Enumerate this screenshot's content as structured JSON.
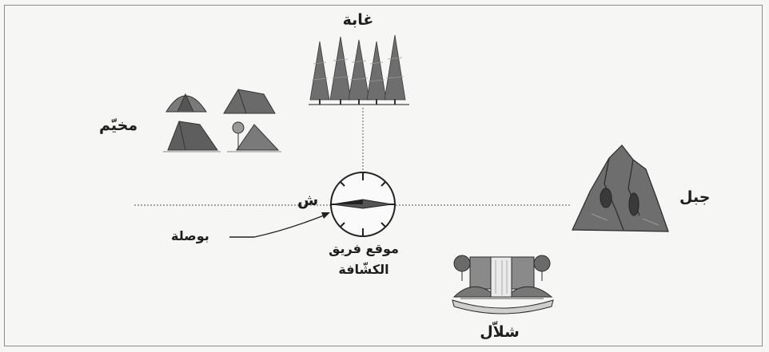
{
  "labels": {
    "forest": "غابة",
    "camp": "مخيّم",
    "mountain": "جبل",
    "waterfall": "شلاّل",
    "north": "ش",
    "compass": "بوصلة",
    "team_location_line1": "موقع فريق",
    "team_location_line2": "الكشّافة"
  },
  "icons": {
    "forest": "forest-icon",
    "camp": "camp-tents-icon",
    "mountain": "mountain-icon",
    "waterfall": "waterfall-icon",
    "compass": "compass-icon"
  }
}
